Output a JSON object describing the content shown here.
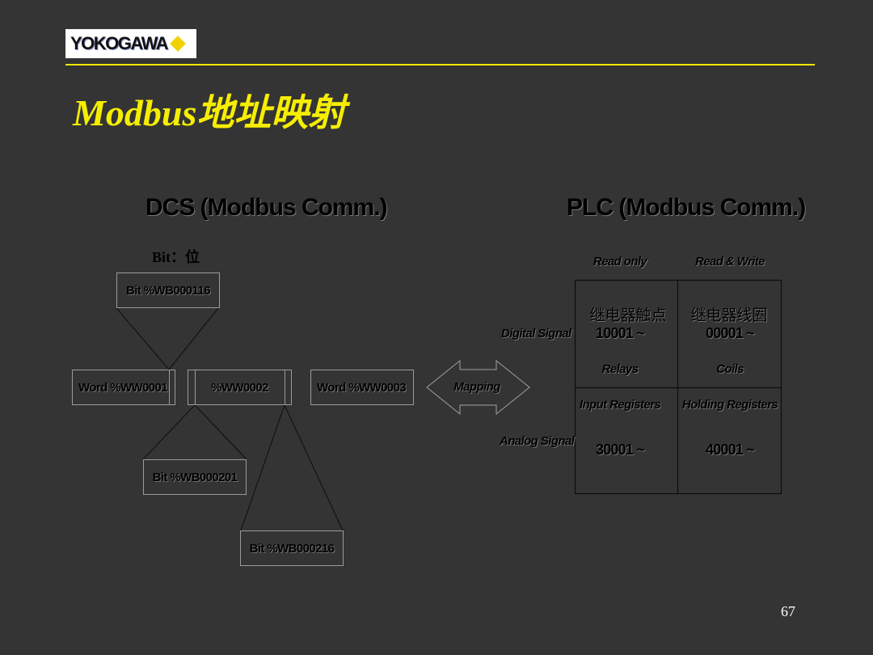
{
  "logo": {
    "text": "YOKOGAWA",
    "accent": "#f2d100"
  },
  "title": "Modbus地址映射",
  "dcs": {
    "heading": "DCS (Modbus Comm.)",
    "bit_label": "Bit：位",
    "bit_top": "Bit %WB000116",
    "word1": "Word  %WW0001",
    "word2": "%WW0002",
    "word3": "Word  %WW0003",
    "bit_mid": "Bit %WB000201",
    "bit_bottom": "Bit %WB000216"
  },
  "mapping": "Mapping",
  "plc": {
    "heading": "PLC (Modbus Comm.)",
    "read_only": "Read only",
    "read_write": "Read & Write",
    "digital_signal": "Digital Signal",
    "analog_signal": "Analog Signal",
    "relay_contact": "继电器触点",
    "relay_coil": "继电器线圈",
    "addr_10001": "10001 ~",
    "addr_00001": "00001 ~",
    "relays": "Relays",
    "coils": "Coils",
    "input_registers": "Input Registers",
    "holding_registers": "Holding Registers",
    "addr_30001": "30001 ~",
    "addr_40001": "40001 ~"
  },
  "page_number": "67",
  "colors": {
    "background": "#343435",
    "title": "#f6ee00",
    "rule": "#f2e600"
  }
}
